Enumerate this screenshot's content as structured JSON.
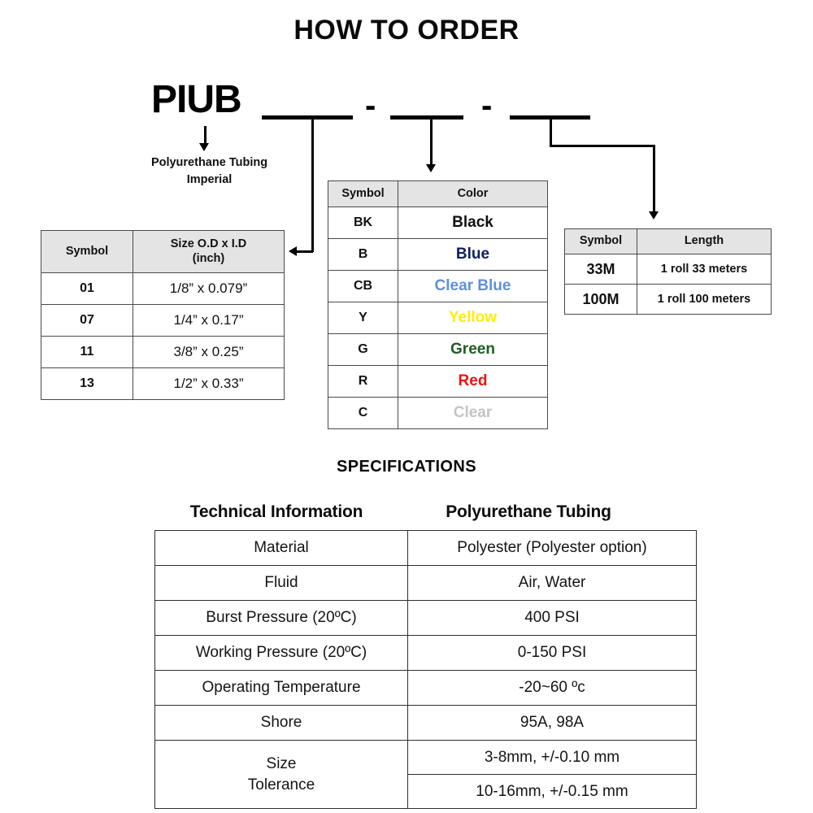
{
  "title": "HOW TO ORDER",
  "order_code": {
    "prefix": "PIUB",
    "separator": "-",
    "blanks": [
      "",
      "",
      ""
    ],
    "prefix_caption_line1": "Polyurethane Tubing",
    "prefix_caption_line2": "Imperial"
  },
  "size_table": {
    "headers": [
      "Symbol",
      "Size O.D x I.D\n(inch)"
    ],
    "header_col1": "Symbol",
    "header_col2_line1": "Size O.D x I.D",
    "header_col2_line2": "(inch)",
    "rows": [
      {
        "symbol": "01",
        "size": "1/8” x 0.079”"
      },
      {
        "symbol": "07",
        "size": "1/4” x 0.17”"
      },
      {
        "symbol": "11",
        "size": "3/8” x 0.25”"
      },
      {
        "symbol": "13",
        "size": "1/2” x 0.33”"
      }
    ]
  },
  "color_table": {
    "header_col1": "Symbol",
    "header_col2": "Color",
    "rows": [
      {
        "symbol": "BK",
        "color": "Black",
        "hex": "#111111"
      },
      {
        "symbol": "B",
        "color": "Blue",
        "hex": "#0d2060"
      },
      {
        "symbol": "CB",
        "color": "Clear Blue",
        "hex": "#5b90e0"
      },
      {
        "symbol": "Y",
        "color": "Yellow",
        "hex": "#ffee00"
      },
      {
        "symbol": "G",
        "color": "Green",
        "hex": "#1e5e20"
      },
      {
        "symbol": "R",
        "color": "Red",
        "hex": "#ee1111"
      },
      {
        "symbol": "C",
        "color": "Clear",
        "hex": "#c4c4c4"
      }
    ]
  },
  "length_table": {
    "header_col1": "Symbol",
    "header_col2": "Length",
    "rows": [
      {
        "symbol": "33M",
        "length": "1 roll 33 meters"
      },
      {
        "symbol": "100M",
        "length": "1 roll 100 meters"
      }
    ]
  },
  "specifications": {
    "title": "SPECIFICATIONS",
    "header_left": "Technical Information",
    "header_right": "Polyurethane Tubing",
    "rows": [
      {
        "label": "Material",
        "value": "Polyester (Polyester option)"
      },
      {
        "label": "Fluid",
        "value": "Air, Water"
      },
      {
        "label": "Burst Pressure (20ºC)",
        "value": "400 PSI"
      },
      {
        "label": "Working Pressure (20ºC)",
        "value": "0-150 PSI"
      },
      {
        "label": "Operating Temperature",
        "value": "-20~60 ºc"
      },
      {
        "label": "Shore",
        "value": "95A, 98A"
      }
    ],
    "tolerance_row": {
      "label_line1": "Size",
      "label_line2": "Tolerance",
      "value_line1": "3-8mm, +/-0.10 mm",
      "value_line2": "10-16mm, +/-0.15 mm"
    }
  }
}
